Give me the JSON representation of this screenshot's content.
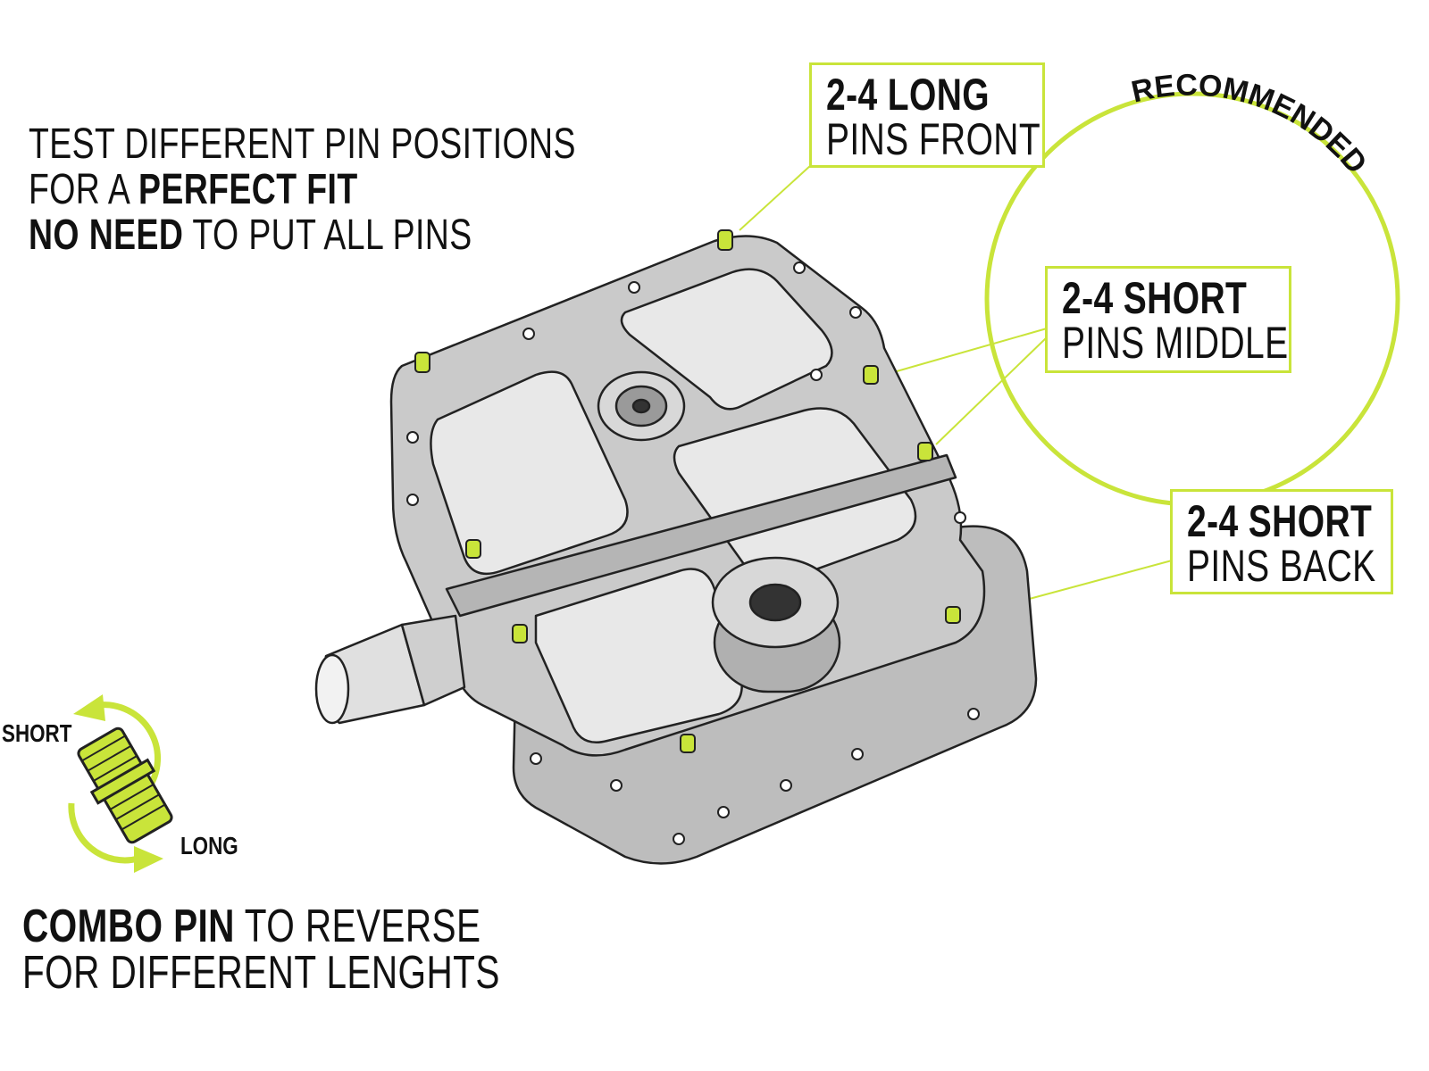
{
  "intro": {
    "line1": "TEST DIFFERENT PIN POSITIONS",
    "line2_prefix": "FOR A ",
    "line2_bold": "PERFECT FIT",
    "line3_bold": "NO NEED",
    "line3_rest": " TO PUT ALL PINS"
  },
  "callouts": [
    {
      "line1": "2-4  LONG",
      "line2": "PINS FRONT"
    },
    {
      "line1": "2-4 SHORT",
      "line2": "PINS MIDDLE"
    },
    {
      "line1": "2-4 SHORT",
      "line2": "PINS BACK"
    }
  ],
  "recommended_label": "RECOMMENDED",
  "pin_diagram": {
    "short_label": "SHORT",
    "long_label": "LONG"
  },
  "footer": {
    "line1_bold": "COMBO PIN",
    "line1_rest": " TO REVERSE",
    "line2": "FOR DIFFERENT LENGHTS"
  },
  "colors": {
    "accent": "#c9e43a",
    "pedal": "#c9c9c9",
    "outline": "#222222"
  }
}
